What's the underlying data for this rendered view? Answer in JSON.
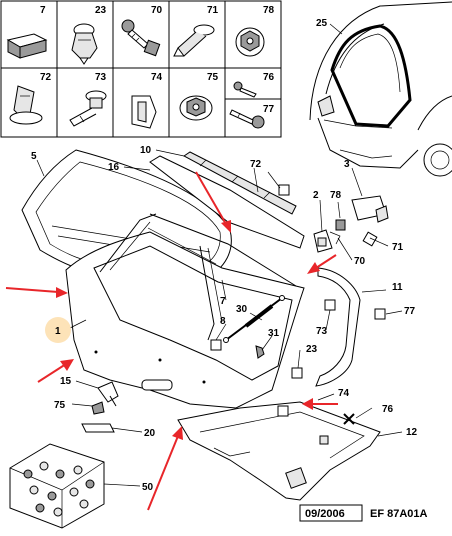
{
  "parts_table": {
    "cells": [
      {
        "label": "7",
        "icon": "foam-pad-icon"
      },
      {
        "label": "23",
        "icon": "push-clip-icon"
      },
      {
        "label": "70",
        "icon": "screw-icon"
      },
      {
        "label": "71",
        "icon": "expanding-rivet-icon"
      },
      {
        "label": "78",
        "icon": "hex-nut-icon"
      },
      {
        "label": "72",
        "icon": "trim-clip-icon"
      },
      {
        "label": "73",
        "icon": "stud-clip-icon"
      },
      {
        "label": "74",
        "icon": "spring-clip-icon"
      },
      {
        "label": "75",
        "icon": "washer-nut-icon"
      },
      {
        "label": "76",
        "icon": "small-screw-icon"
      },
      {
        "label": "",
        "icon": ""
      },
      {
        "label": "77",
        "icon": "torx-screw-icon"
      }
    ]
  },
  "callouts": {
    "c1": "1",
    "c2": "2",
    "c3": "3",
    "c5": "5",
    "c7": "7",
    "c8": "8",
    "c10": "10",
    "c11": "11",
    "c12": "12",
    "c15": "15",
    "c16": "16",
    "c20": "20",
    "c23": "23",
    "c25": "25",
    "c30": "30",
    "c31": "31",
    "c50": "50",
    "c70": "70",
    "c71": "71",
    "c72": "72",
    "c73": "73",
    "c74": "74",
    "c75": "75",
    "c76": "76",
    "c77": "77",
    "c78": "78"
  },
  "footer": {
    "date": "09/2006",
    "code": "EF 87A01A"
  },
  "colors": {
    "arrow": "#e8262a",
    "highlight": "#fde3b8"
  }
}
